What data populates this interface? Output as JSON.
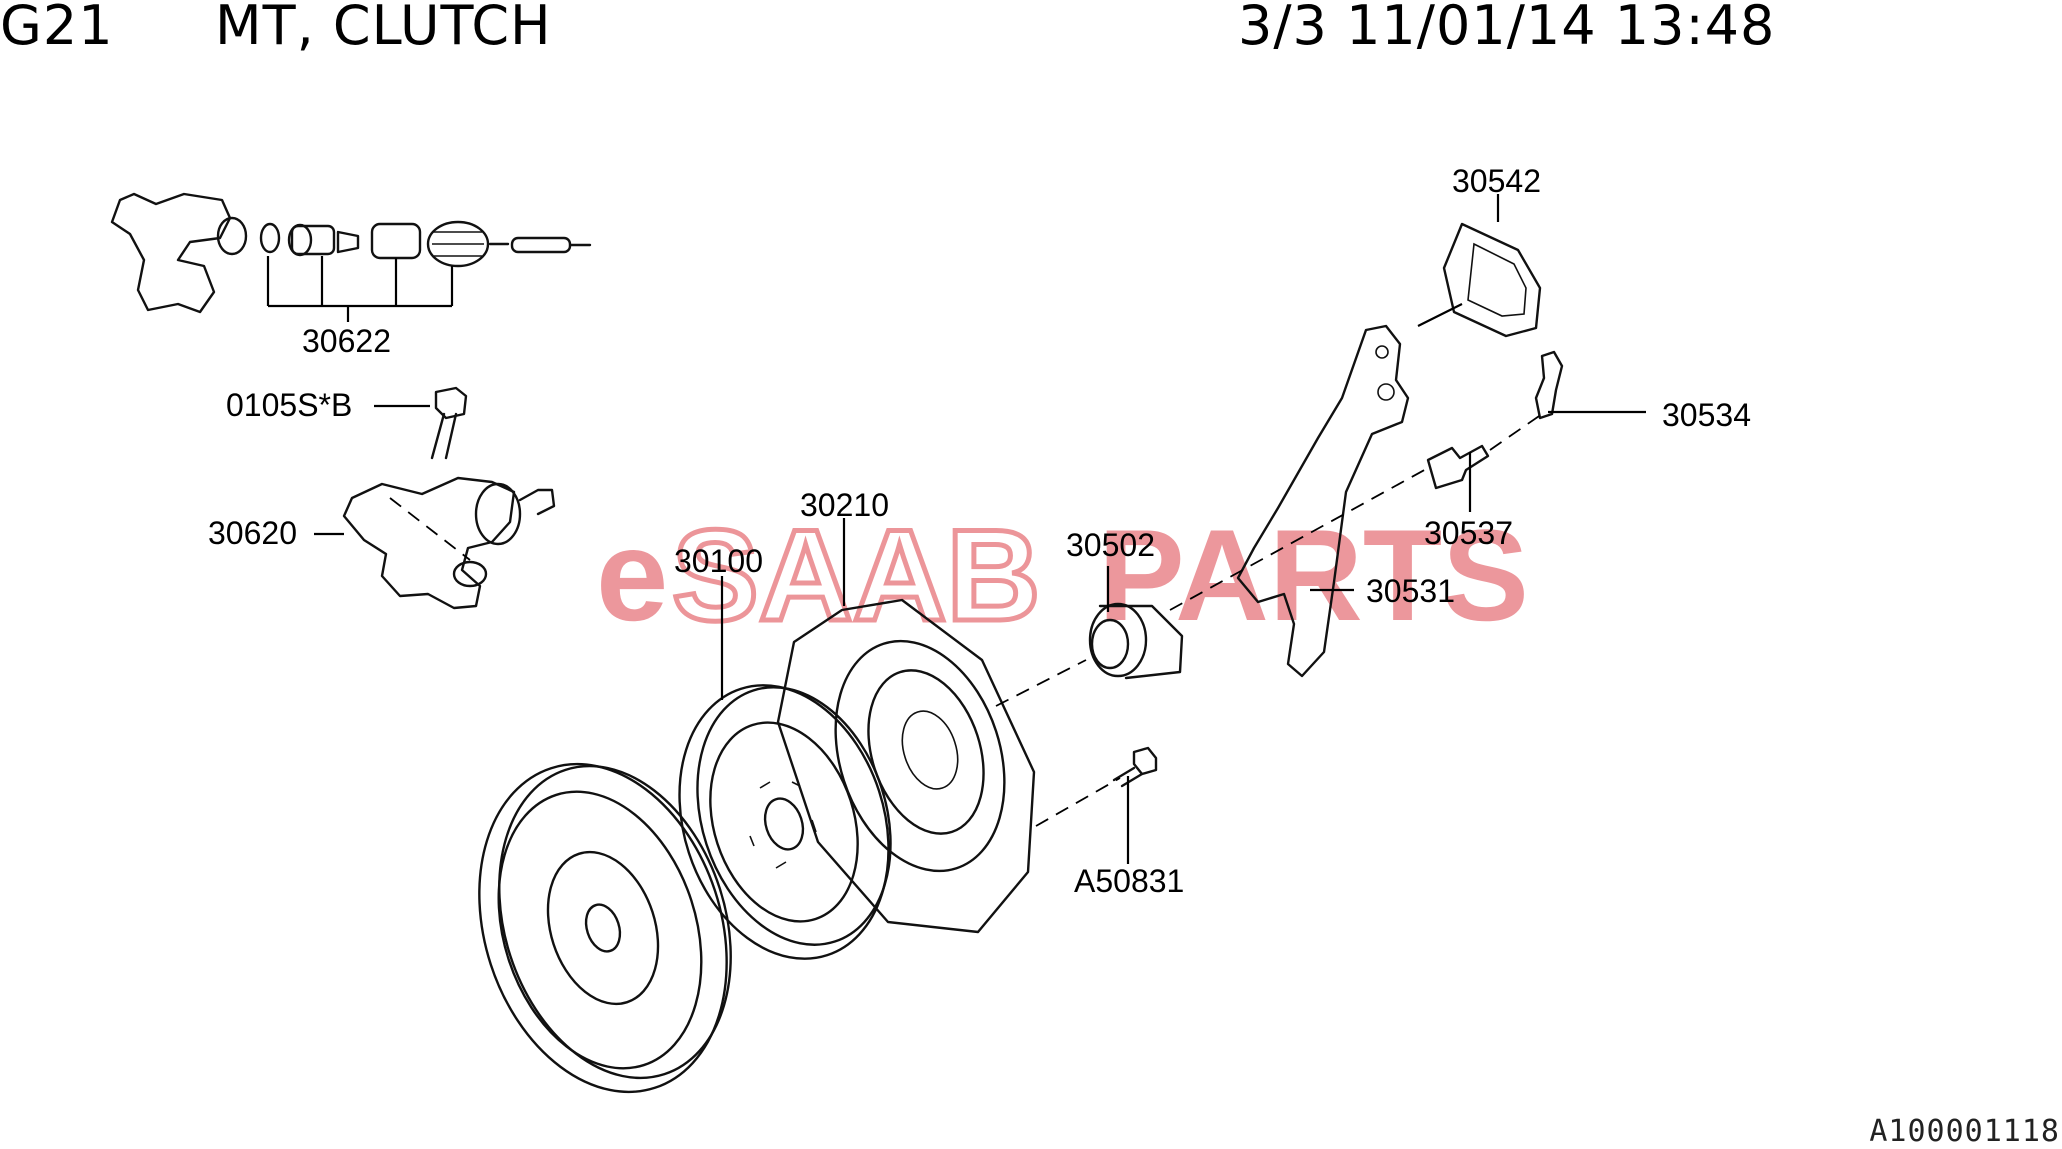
{
  "header": {
    "model_code": "G21",
    "section_title": "MT, CLUTCH",
    "page_info": "3/3 11/01/14 13:48"
  },
  "watermark": {
    "part_e": "e",
    "part_saab": "SAAB",
    "part_parts": "PARTS"
  },
  "callouts": {
    "p30622": "30622",
    "p0105sb": "0105S*B",
    "p30620": "30620",
    "p30100": "30100",
    "p30210": "30210",
    "p30502": "30502",
    "p30542": "30542",
    "p30534": "30534",
    "p30537": "30537",
    "p30531": "30531",
    "pA50831": "A50831"
  },
  "footer": {
    "reference_id": "A100001118"
  },
  "colors": {
    "watermark": "#e77a80",
    "line_art": "#111111"
  }
}
